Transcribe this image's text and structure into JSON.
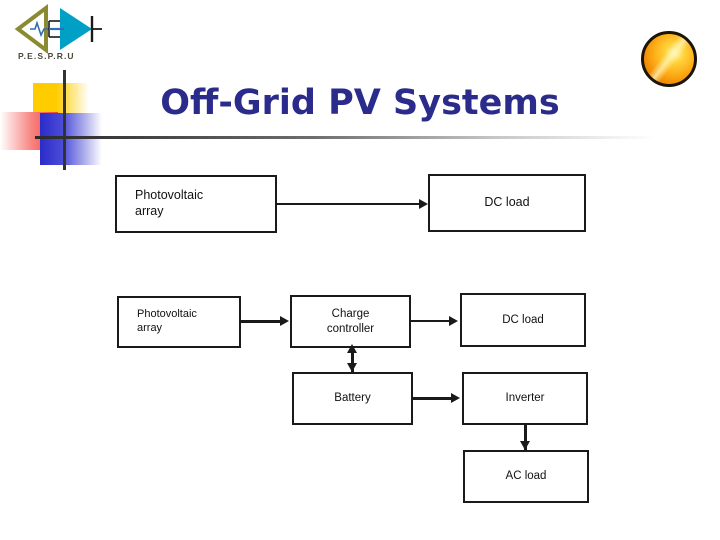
{
  "slide": {
    "title": "Off-Grid PV Systems",
    "title_color": "#2b2b8c",
    "background_color": "#ffffff"
  },
  "logo": {
    "name": "pespru-logo",
    "caption": "P.E.S.P.R.U",
    "left_triangle_color": "#8a8a33",
    "right_triangle_color": "#00a0c6",
    "waveform_color": "#2f6fb5"
  },
  "sun_icon": {
    "name": "sun-icon",
    "colors": [
      "#ffd23a",
      "#ffae17",
      "#e07a05"
    ]
  },
  "decoration": {
    "yellow": "#ffcc00",
    "red": "#f0403a",
    "blue": "#2b2bc9",
    "rule_color": "#2b2b2b"
  },
  "diagram": {
    "rows": [
      {
        "name": "direct-coupled-system",
        "nodes": [
          {
            "id": "pv-array-1",
            "label": "Photovoltaic\narray",
            "align": "left"
          },
          {
            "id": "dc-load-1",
            "label": "DC load",
            "align": "center"
          }
        ],
        "edges": [
          {
            "from": "pv-array-1",
            "to": "dc-load-1",
            "direction": "right"
          }
        ]
      },
      {
        "name": "battery-backed-system",
        "nodes": [
          {
            "id": "pv-array-2",
            "label": "Photovoltaic\narray",
            "align": "left"
          },
          {
            "id": "charge-controller",
            "label": "Charge\ncontroller",
            "align": "center"
          },
          {
            "id": "dc-load-2",
            "label": "DC load",
            "align": "center"
          },
          {
            "id": "battery",
            "label": "Battery",
            "align": "center"
          },
          {
            "id": "inverter",
            "label": "Inverter",
            "align": "center"
          },
          {
            "id": "ac-load",
            "label": "AC load",
            "align": "center"
          }
        ],
        "edges": [
          {
            "from": "pv-array-2",
            "to": "charge-controller",
            "direction": "right"
          },
          {
            "from": "charge-controller",
            "to": "dc-load-2",
            "direction": "right"
          },
          {
            "from": "battery",
            "to": "charge-controller",
            "direction": "up"
          },
          {
            "from": "charge-controller",
            "to": "battery",
            "direction": "down"
          },
          {
            "from": "battery",
            "to": "inverter",
            "direction": "right"
          },
          {
            "from": "inverter",
            "to": "ac-load",
            "direction": "down"
          }
        ]
      }
    ],
    "labels": {
      "pv_array_line1": "Photovoltaic",
      "pv_array_line2": "array",
      "dc_load": "DC load",
      "charge_controller_line1": "Charge",
      "charge_controller_line2": "controller",
      "battery": "Battery",
      "inverter": "Inverter",
      "ac_load": "AC load"
    }
  }
}
